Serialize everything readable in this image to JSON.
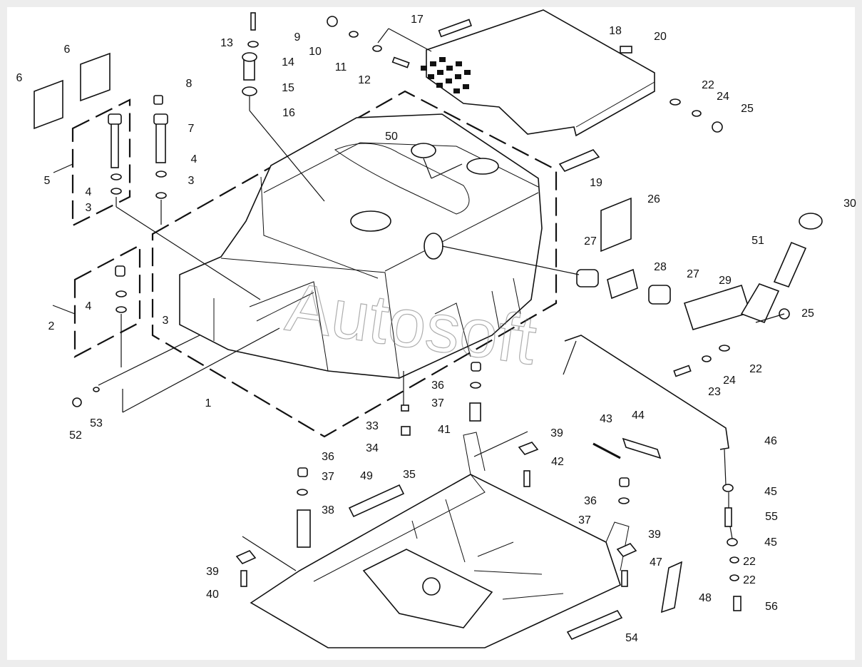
{
  "watermark": "Autosoft",
  "callouts": [
    "1",
    "2",
    "3",
    "3",
    "3",
    "4",
    "4",
    "4",
    "5",
    "6",
    "6",
    "7",
    "8",
    "9",
    "10",
    "11",
    "12",
    "13",
    "14",
    "15",
    "16",
    "17",
    "18",
    "19",
    "20",
    "22",
    "22",
    "22",
    "22",
    "23",
    "24",
    "24",
    "25",
    "25",
    "26",
    "27",
    "27",
    "28",
    "29",
    "30",
    "33",
    "34",
    "35",
    "36",
    "36",
    "36",
    "37",
    "37",
    "37",
    "38",
    "39",
    "39",
    "39",
    "40",
    "41",
    "42",
    "43",
    "44",
    "45",
    "45",
    "46",
    "47",
    "48",
    "49",
    "50",
    "51",
    "52",
    "53",
    "54",
    "55",
    "56"
  ]
}
